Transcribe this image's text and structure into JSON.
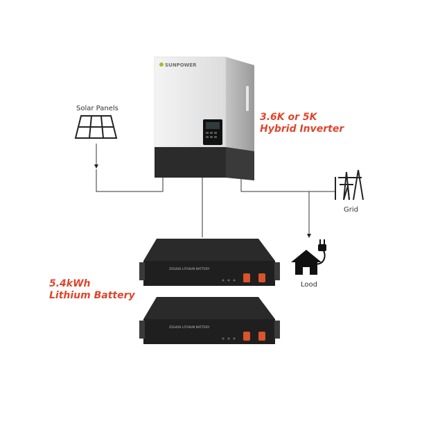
{
  "inverter": {
    "brand": "SUNPOWER",
    "title_line1": "3.6K or 5K",
    "title_line2": "Hybrid Inverter"
  },
  "solar": {
    "label": "Solar Panels"
  },
  "grid": {
    "label": "Grid"
  },
  "load": {
    "label": "Lood"
  },
  "battery": {
    "title_line1": "5.4kWh",
    "title_line2": "Lithium Battery",
    "panel_text": "ZS5400 LITHIUM BATTERY",
    "count": 2
  },
  "colors": {
    "accent": "#e0452b",
    "line": "#333333",
    "inverter_body": "#ececec",
    "inverter_base": "#2b2b2b",
    "battery_body": "#1f1f1f",
    "terminal": "#d9532b"
  }
}
